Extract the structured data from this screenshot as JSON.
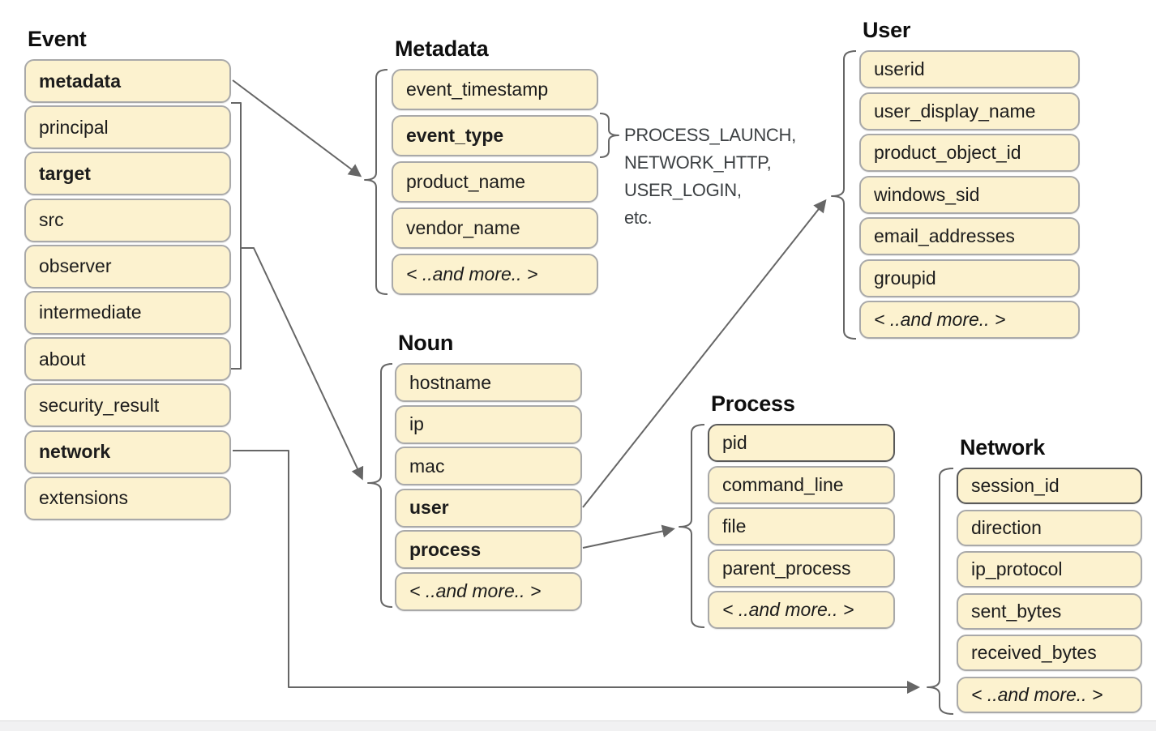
{
  "colors": {
    "box_fill": "#fcf2cf",
    "box_border": "#a9a9a9",
    "box_border_dark": "#595959",
    "connector": "#666666",
    "text": "#1c1c1c",
    "annotation_text": "#3c4043"
  },
  "groups": {
    "event": {
      "title": "Event",
      "items": [
        {
          "label": "metadata",
          "bold": true
        },
        {
          "label": "principal"
        },
        {
          "label": "target",
          "bold": true
        },
        {
          "label": "src"
        },
        {
          "label": "observer"
        },
        {
          "label": "intermediate"
        },
        {
          "label": "about"
        },
        {
          "label": "security_result"
        },
        {
          "label": "network",
          "bold": true
        },
        {
          "label": "extensions"
        }
      ]
    },
    "metadata": {
      "title": "Metadata",
      "items": [
        {
          "label": "event_timestamp"
        },
        {
          "label": "event_type",
          "bold": true
        },
        {
          "label": "product_name"
        },
        {
          "label": "vendor_name"
        },
        {
          "label": "< ..and more.. >",
          "italic": true
        }
      ]
    },
    "noun": {
      "title": "Noun",
      "items": [
        {
          "label": "hostname"
        },
        {
          "label": "ip"
        },
        {
          "label": "mac"
        },
        {
          "label": "user",
          "bold": true
        },
        {
          "label": "process",
          "bold": true
        },
        {
          "label": "< ..and more.. >",
          "italic": true
        }
      ]
    },
    "user": {
      "title": "User",
      "items": [
        {
          "label": "userid"
        },
        {
          "label": "user_display_name"
        },
        {
          "label": "product_object_id"
        },
        {
          "label": "windows_sid"
        },
        {
          "label": "email_addresses"
        },
        {
          "label": "groupid"
        },
        {
          "label": "< ..and more.. >",
          "italic": true
        }
      ]
    },
    "process": {
      "title": "Process",
      "items": [
        {
          "label": "pid",
          "dark": true
        },
        {
          "label": "command_line"
        },
        {
          "label": "file"
        },
        {
          "label": "parent_process"
        },
        {
          "label": "< ..and more.. >",
          "italic": true
        }
      ]
    },
    "network": {
      "title": "Network",
      "items": [
        {
          "label": "session_id",
          "dark": true
        },
        {
          "label": "direction"
        },
        {
          "label": "ip_protocol"
        },
        {
          "label": "sent_bytes"
        },
        {
          "label": "received_bytes"
        },
        {
          "label": "< ..and more.. >",
          "italic": true
        }
      ]
    }
  },
  "annotation": {
    "event_type_values": "PROCESS_LAUNCH,\nNETWORK_HTTP,\nUSER_LOGIN,\netc."
  }
}
